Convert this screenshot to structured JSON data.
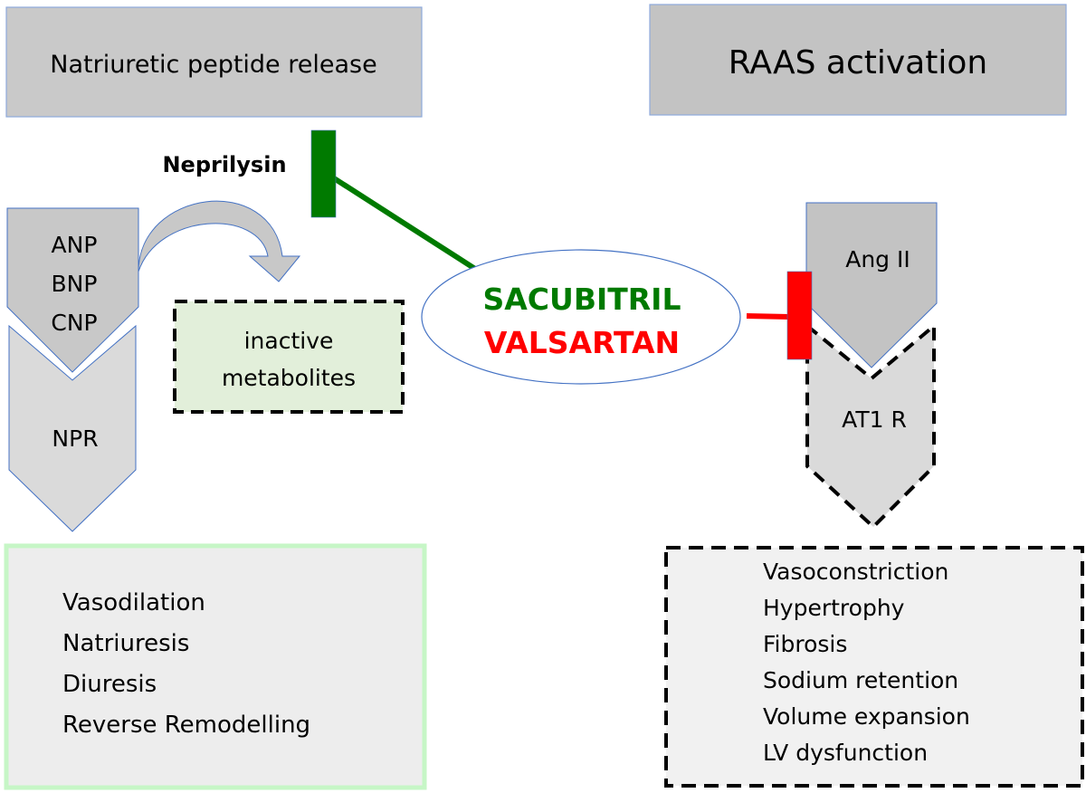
{
  "left": {
    "header": "Natriuretic peptide release",
    "enzyme_label": "Neprilysin",
    "peptides": [
      "ANP",
      "BNP",
      "CNP"
    ],
    "receptor": "NPR",
    "metabolites": [
      "inactive",
      "metabolites"
    ],
    "effects": [
      "Vasodilation",
      "Natriuresis",
      "Diuresis",
      "Reverse Remodelling"
    ]
  },
  "right": {
    "header": "RAAS activation",
    "ligand": "Ang II",
    "receptor": "AT1 R",
    "effects": [
      "Vasoconstriction",
      "Hypertrophy",
      "Fibrosis",
      "Sodium retention",
      "Volume expansion",
      "LV dysfunction"
    ]
  },
  "drug": {
    "line1": "SACUBITRIL",
    "line2": "VALSARTAN"
  },
  "colors": {
    "sacubitril": "#007a00",
    "valsartan": "#ff0000",
    "box_grey": "#c8c8c8",
    "light_grey": "#dadada",
    "metabolite_fill": "#e2efda",
    "effects_border_left": "#c6f6c6",
    "outline_blue": "#4472c4"
  }
}
